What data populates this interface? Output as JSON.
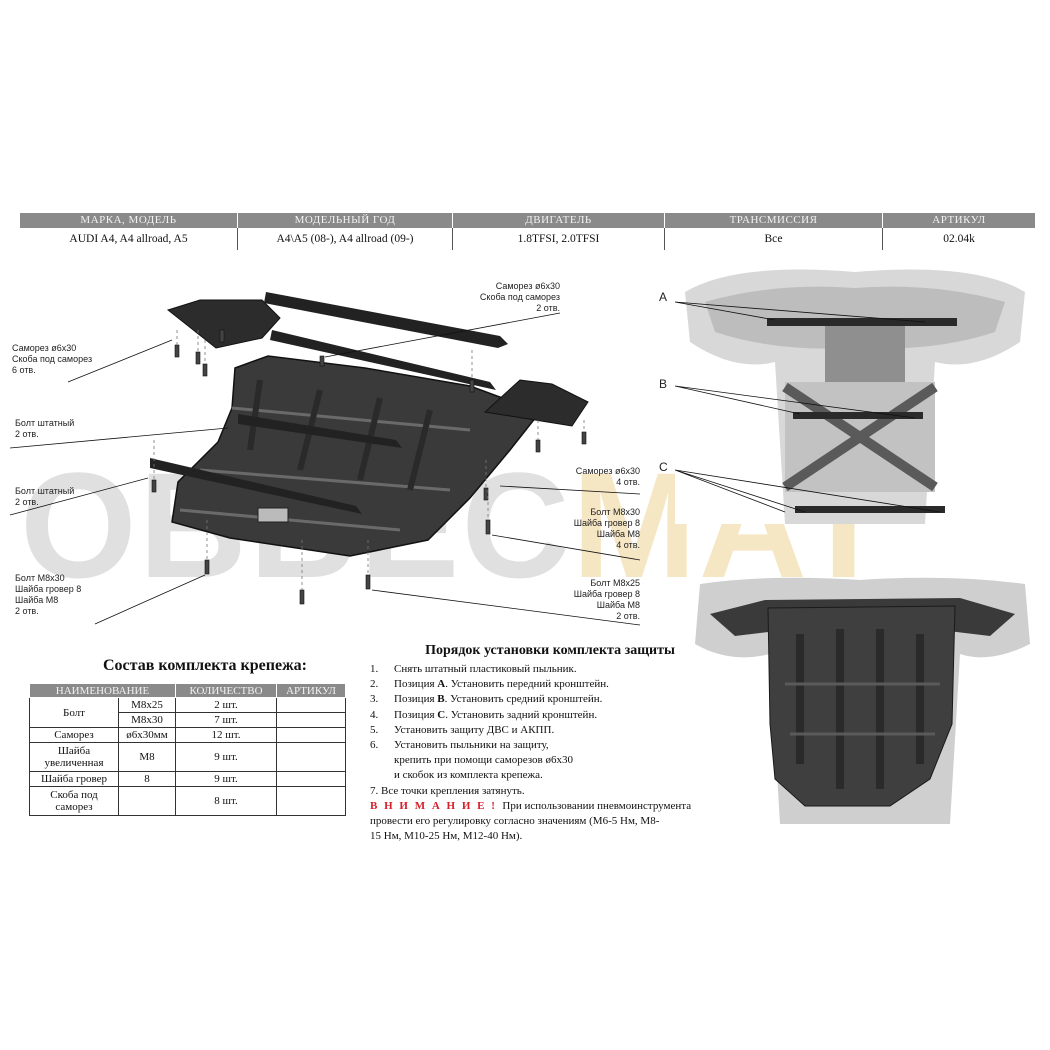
{
  "header": {
    "columns": [
      "МАРКА, МОДЕЛЬ",
      "МОДЕЛЬНЫЙ ГОД",
      "ДВИГАТЕЛЬ",
      "ТРАНСМИССИЯ",
      "АРТИКУЛ"
    ],
    "values": [
      "AUDI  A4, A4 allroad, A5",
      "A4\\A5 (08-), A4 allroad (09-)",
      "1.8TFSI, 2.0TFSI",
      "Все",
      "02.04k"
    ]
  },
  "watermark": {
    "part1": "OBBEC",
    "part2": "MAT"
  },
  "callouts": {
    "left1": [
      "Саморез ø6x30",
      "Скоба под саморез",
      "6 отв."
    ],
    "left2": [
      "Болт штатный",
      "2 отв."
    ],
    "left3": [
      "Болт штатный",
      "2 отв."
    ],
    "left4": [
      "Болт M8x30",
      "Шайба гровер 8",
      "Шайба M8",
      "2 отв."
    ],
    "right1": [
      "Саморез ø6x30",
      "Скоба под саморез",
      "2 отв."
    ],
    "right2": [
      "Саморез ø6x30",
      "4 отв."
    ],
    "right3": [
      "Болт M8x30",
      "Шайба гровер 8",
      "Шайба M8",
      "4 отв."
    ],
    "right4": [
      "Болт M8x25",
      "Шайба гровер 8",
      "Шайба M8",
      "2 отв."
    ]
  },
  "photo_labels": [
    "A",
    "B",
    "C"
  ],
  "parts": {
    "title": "Состав комплекта крепежа:",
    "headers": [
      "НАИМЕНОВАНИЕ",
      "КОЛИЧЕСТВО",
      "АРТИКУЛ"
    ],
    "rows": [
      {
        "name": "Болт",
        "spec": "M8x25",
        "qty": "2 шт."
      },
      {
        "spec": "M8x30",
        "qty": "7 шт."
      },
      {
        "name": "Саморез",
        "spec": "ø6x30мм",
        "qty": "12 шт."
      },
      {
        "name": "Шайба увеличенная",
        "spec": "M8",
        "qty": "9 шт."
      },
      {
        "name": "Шайба гровер",
        "spec": "8",
        "qty": "9 шт."
      },
      {
        "name": "Скоба под саморез",
        "spec": "",
        "qty": "8 шт."
      }
    ]
  },
  "install": {
    "title": "Порядок установки комплекта защиты",
    "steps": [
      {
        "num": "1.",
        "text": "Снять штатный пластиковый пыльник."
      },
      {
        "num": "2.",
        "pre": "Позиция ",
        "bold": "A",
        "post": ". Установить передний кронштейн."
      },
      {
        "num": "3.",
        "pre": "Позиция ",
        "bold": "B",
        "post": ". Установить средний кронштейн."
      },
      {
        "num": "4.",
        "pre": "Позиция ",
        "bold": "C",
        "post": ". Установить задний кронштейн."
      },
      {
        "num": "5.",
        "text": "Установить защиту ДВС и АКПП."
      },
      {
        "num": "6.",
        "text": "Установить пыльники на защиту,"
      }
    ],
    "step6_cont": [
      "крепить при помощи саморезов ø6x30",
      "и скобок из комплекта крепежа."
    ],
    "step7": "7. Все точки крепления затянуть.",
    "warning_word": "В Н И М А Н И Е !",
    "warning_text": "При использовании пневмоинструмента",
    "warning_lines": [
      "провести его регулировку согласно значениям (М6-5 Нм,     М8-",
      "15 Нм, М10-25 Нм, М12-40 Нм)."
    ]
  }
}
